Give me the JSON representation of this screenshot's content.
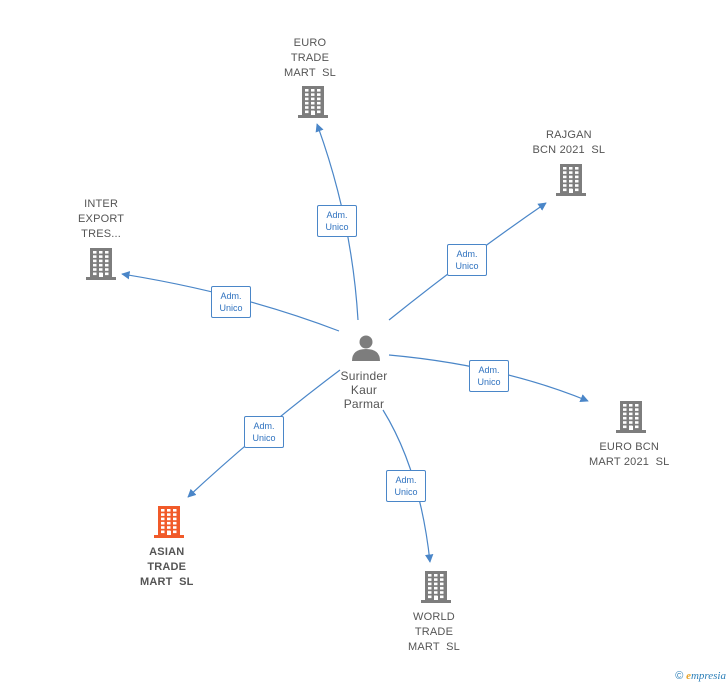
{
  "colors": {
    "edge": "#4a86c8",
    "company": "#7d7d7d",
    "highlight": "#f15a29",
    "person": "#7d7d7d"
  },
  "center": {
    "name": "Surinder\nKaur\nParmar",
    "icon": "person-icon"
  },
  "relation_label": "Adm.\nUnico",
  "companies": [
    {
      "id": "euro-trade-mart",
      "name": "EURO\nTRADE\nMART  SL",
      "highlight": false
    },
    {
      "id": "rajgan-bcn",
      "name": "RAJGAN\nBCN 2021  SL",
      "highlight": false
    },
    {
      "id": "inter-export",
      "name": "INTER\nEXPORT\nTRES...",
      "highlight": false
    },
    {
      "id": "euro-bcn-mart",
      "name": "EURO BCN\nMART 2021  SL",
      "highlight": false
    },
    {
      "id": "asian-trade-mart",
      "name": "ASIAN\nTRADE\nMART  SL",
      "highlight": true
    },
    {
      "id": "world-trade-mart",
      "name": "WORLD\nTRADE\nMART  SL",
      "highlight": false
    }
  ],
  "footer": {
    "copyright": "©",
    "brand_first": "e",
    "brand_rest": "mpresia"
  }
}
